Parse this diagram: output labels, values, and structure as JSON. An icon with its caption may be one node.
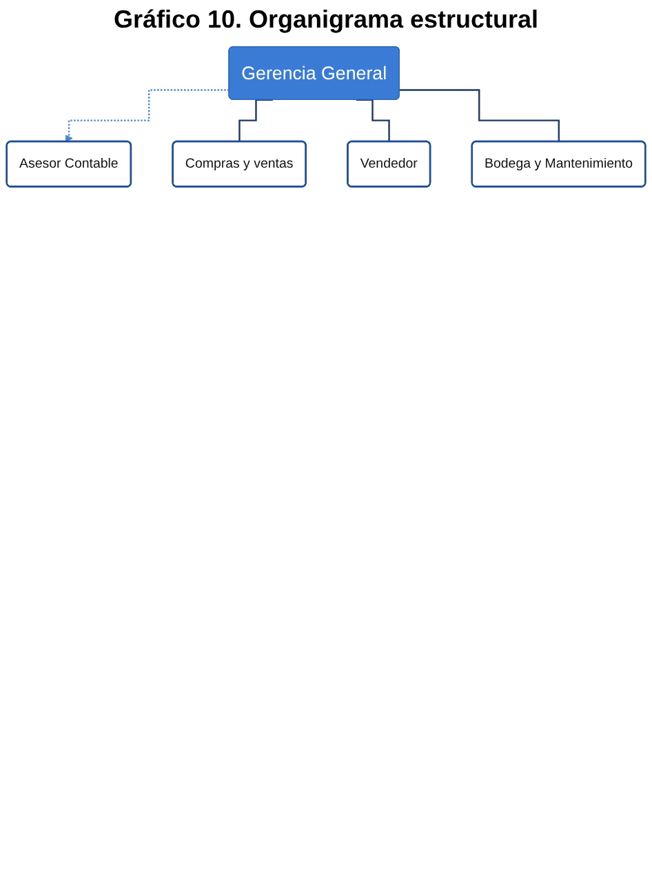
{
  "diagram": {
    "title": "Gráfico 10. Organigrama estructural",
    "nodes": [
      {
        "text": [
          "Gerencia General"
        ]
      },
      {
        "text": [
          "Asesor Contable"
        ]
      },
      {
        "text": [
          "Compras y ventas"
        ]
      },
      {
        "text": [
          "Vendedor"
        ]
      },
      {
        "text": [
          "Bodega y Mantenimiento"
        ]
      }
    ],
    "edges": [
      {
        "from": 0,
        "to": 1,
        "arrow": "to",
        "style": "dashed",
        "color": "#4a86d0"
      },
      {
        "from": 0,
        "to": 2,
        "arrow": "none"
      },
      {
        "from": 0,
        "to": 3,
        "arrow": "none"
      },
      {
        "from": 0,
        "to": 4,
        "arrow": "none"
      }
    ]
  }
}
